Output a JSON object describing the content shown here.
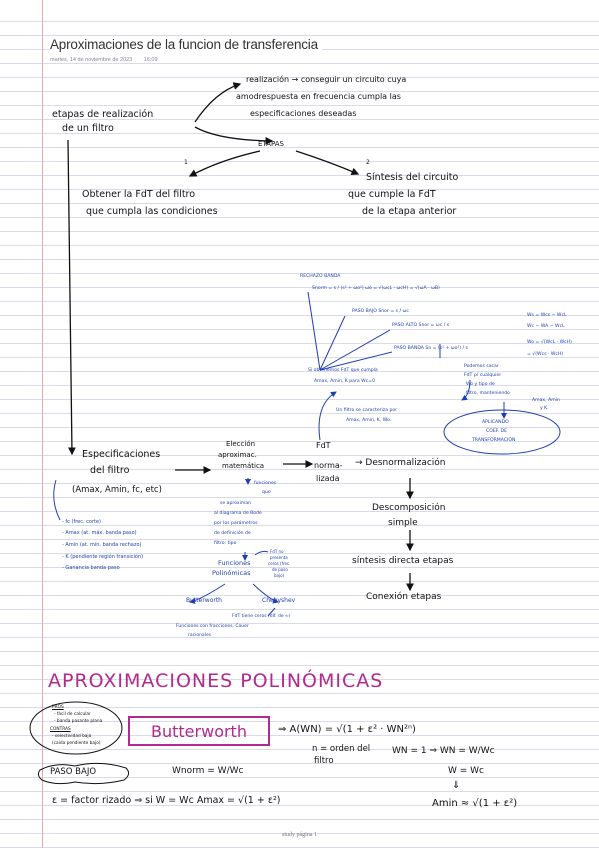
{
  "header": {
    "title": "Aproximaciones de la funcion de transferencia",
    "date": "martes, 14 de noviembre de 2023",
    "time": "16:09"
  },
  "notes": {
    "etapas_realizacion": "etapas de realización",
    "de_un_filtro": "de un filtro",
    "realizacion_1": "realización → conseguir un circuito cuya",
    "realizacion_2": "amodrespuesta en frecuencia cumpla las",
    "realizacion_3": "especificaciones deseadas",
    "etapas": "ETAPAS",
    "num1": "1",
    "num2": "2",
    "obtener_1": "Obtener la FdT del filtro",
    "obtener_2": "que cumpla las condiciones",
    "sintesis_1": "Síntesis del circuito",
    "sintesis_2": "que cumple la FdT",
    "sintesis_3": "de la etapa anterior",
    "rechazo_banda": "RECHAZO BANDA",
    "snorm_rb": "Snorm = s / (s² + ωo²)   ωo = √(ωcL · ωcH) = √(ωA · ωB)",
    "paso_bajo_eq": "PASO BAJO   Snor = s / ωc",
    "paso_alto_eq": "PASO ALTO  Snor = ωc / s",
    "paso_banda_eq": "PASO BANDA   Sn = (s² + ωo²) / s",
    "bw_eq1": "Ws = Wcs − WcL",
    "bw_eq2": "Wc − WA − WcL",
    "wo_eq1": "Wo = √(WcL · WcH)",
    "wo_eq2": "= √(Wcs · WcH)",
    "si_obtenemos": "Si obtenemos FdT que cumpla",
    "amax_amin": "Amax, Amin, K para Wc=0",
    "podemos_1": "Podemos sacar",
    "podemos_2": "FdT p/ cualquier",
    "podemos_3": "Wo y tipo de",
    "podemos_4": "filtro, manteniendo",
    "podemos_5": "Amax, Amin",
    "podemos_6": "y K.",
    "caracteriza_1": "Un filtro se caracteriza por",
    "caracteriza_2": "Amax, Amin, K, Wo.",
    "aplicando_1": "APLICANDO",
    "aplicando_2": "COEF. DE",
    "aplicando_3": "TRANSFORMACIÓN",
    "especificaciones_1": "Especificaciones",
    "especificaciones_2": "del filtro",
    "especificaciones_3": "(Amax, Amin, fc, etc)",
    "spec_fc": "- fc (frec. corte)",
    "spec_amax": "- Amax (at. máx. banda paso)",
    "spec_amin": "- Amin (at. mín. banda rechazo)",
    "spec_k": "- K (pendiente región transición)",
    "spec_ganancia": "- Ganancia banda paso",
    "eleccion_1": "Elección",
    "eleccion_2": "aproximac.",
    "eleccion_3": "matemática",
    "fdt_norm_1": "FdT",
    "fdt_norm_2": "norma-",
    "fdt_norm_3": "lizada",
    "desnormalizacion": "→ Desnormalización",
    "funciones_1": "funciones",
    "funciones_2": "que",
    "aprox_1": "se aproximan",
    "aprox_2": "al diagrama de Bode",
    "aprox_3": "por los parámetros",
    "aprox_4": "de definición de",
    "aprox_5": "filtro: tipo",
    "funciones_pol_1": "Funciones",
    "funciones_pol_2": "Polinómicas",
    "fdt_no_presenta_1": "FdT no",
    "fdt_no_presenta_2": "presenta",
    "fdt_no_presenta_3": "ceros (frec.",
    "fdt_no_presenta_4": "de paso",
    "fdt_no_presenta_5": "bajo)",
    "butterworth_small": "Butterworth",
    "chebyshev": "Chebyshev",
    "fdt_tiene_ceros": "FdT tiene ceros (dif. de ∞)",
    "funciones_fracciones_1": "Funciones con fracciones. Cauer",
    "funciones_fracciones_2": "racionales",
    "descomposicion_1": "Descomposición",
    "descomposicion_2": "simple",
    "sintesis_directa": "síntesis directa etapas",
    "conexion": "Conexión etapas",
    "aprox_pol_heading": "APROXIMACIONES POLINÓMICAS",
    "pros": "PROS",
    "pros_1": "- fácil de calcular",
    "pros_2": "- banda pasante plana",
    "contras": "CONTRAS",
    "contras_1": "- selectividad baja",
    "contras_2": "(caída pendiente bajo)",
    "butterworth_box": "Butterworth",
    "a_wn": "⇒ A(WN) = √(1 + ε² · WN²ⁿ)",
    "n_orden_1": "n = orden del",
    "n_orden_2": "filtro",
    "wn_eq": "WN = 1 ⇒ WN = W/Wc",
    "w_eq_wc": "W = Wc",
    "paso_bajo_bubble": "PASO BAJO",
    "wnorm": "Wnorm = W/Wc",
    "epsilon_line": "ε = factor rizado ⇒ si W = Wc   Amax = √(1 + ε²)",
    "down_arrow": "⇓",
    "amin_eq": "Amin ≈ √(1 + ε²)"
  },
  "footer": {
    "text": "study página 1"
  },
  "colors": {
    "ink": "#111111",
    "blue": "#1f3fb0",
    "magenta": "#b02a8f",
    "margin": "#f0a7a7"
  }
}
